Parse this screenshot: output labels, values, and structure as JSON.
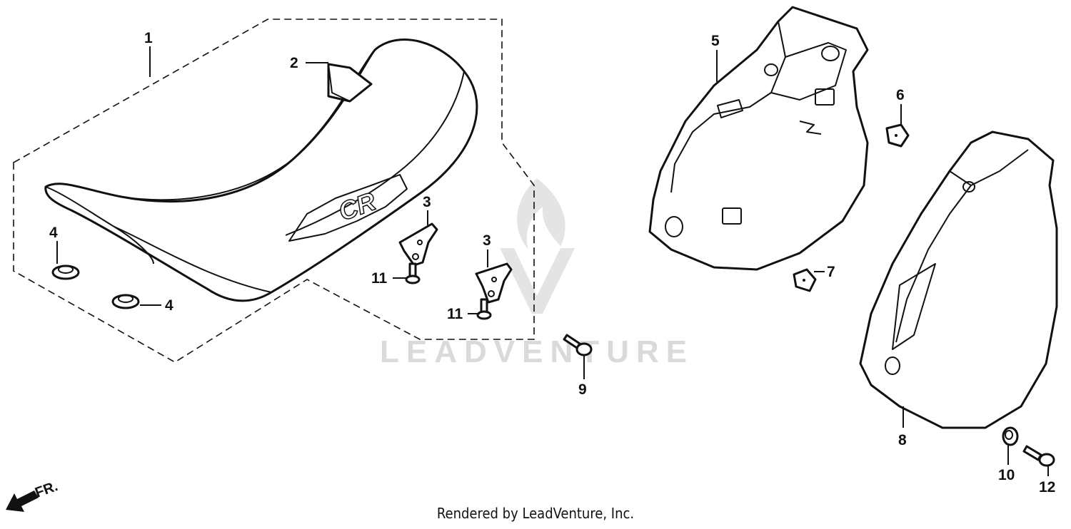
{
  "watermark": {
    "brand": "LEADVENTURE"
  },
  "direction": {
    "label": "FR."
  },
  "footer": {
    "text": "Rendered by LeadVenture, Inc."
  },
  "callouts": {
    "c1": "1",
    "c2": "2",
    "c3a": "3",
    "c3b": "3",
    "c4a": "4",
    "c4b": "4",
    "c5": "5",
    "c6": "6",
    "c7": "7",
    "c8": "8",
    "c9": "9",
    "c10": "10",
    "c11a": "11",
    "c11b": "11",
    "c12": "12"
  },
  "seat_emblem": {
    "text": "CR"
  }
}
